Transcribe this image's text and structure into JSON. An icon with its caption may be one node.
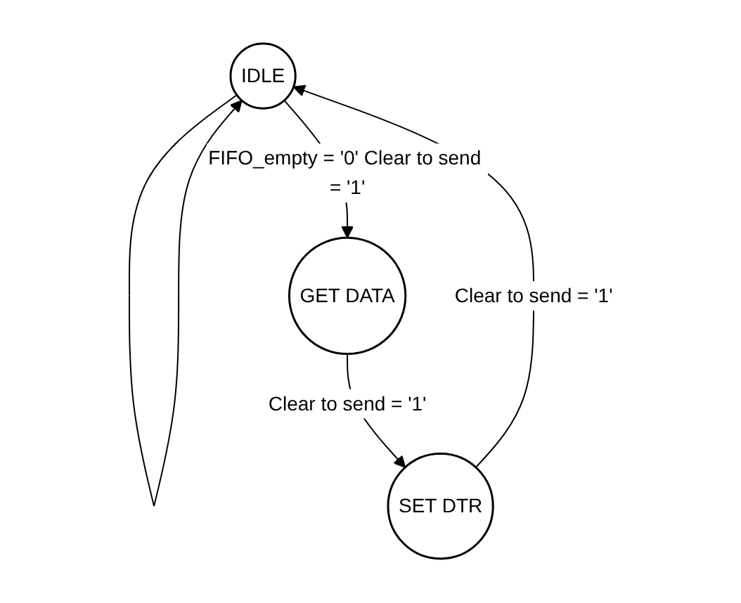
{
  "diagram": {
    "nodes": [
      {
        "text": [
          "IDLE"
        ]
      },
      {
        "text": [
          "GET DATA"
        ]
      },
      {
        "text": [
          "SET DTR"
        ]
      }
    ],
    "edges": [
      {
        "from": 0,
        "to": 0,
        "arrow": "to"
      },
      {
        "from": 0,
        "to": 1,
        "arrow": "to",
        "label": "FIFO_empty = '0' Clear to send = '1'"
      },
      {
        "from": 1,
        "to": 2,
        "arrow": "to",
        "label": "Clear to send = '1'"
      },
      {
        "from": 2,
        "to": 0,
        "arrow": "to",
        "label": "Clear to send = '1'"
      }
    ]
  }
}
